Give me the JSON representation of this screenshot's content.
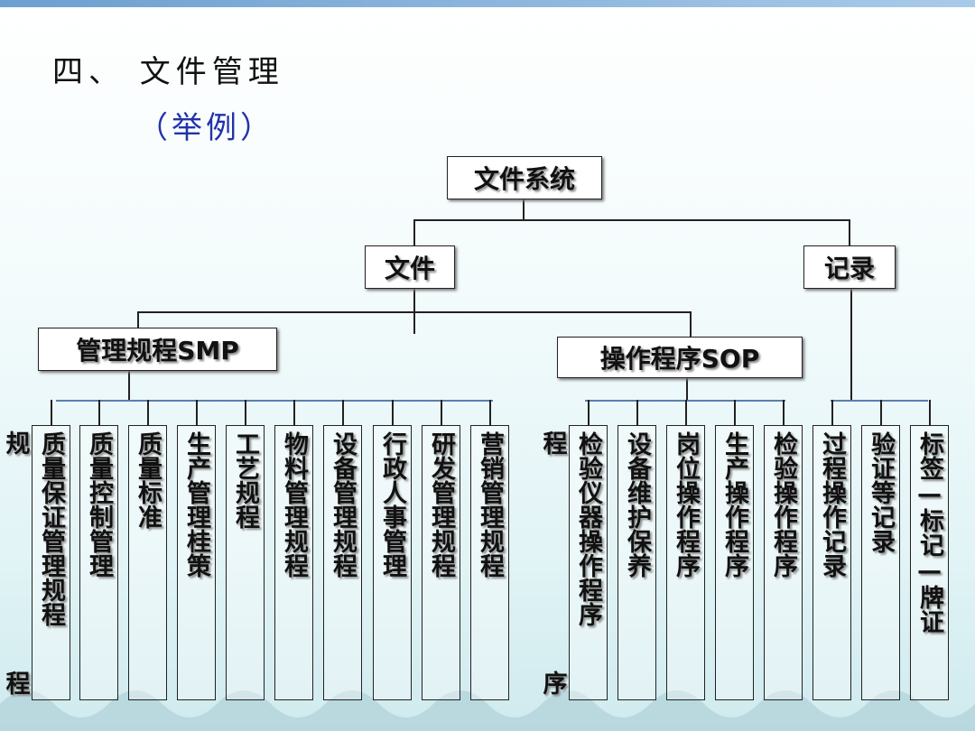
{
  "title": "四、 文件管理",
  "subtitle": "（举例）",
  "root": "文件系统",
  "level1": {
    "documents": "文件",
    "records": "记录"
  },
  "level2": {
    "smp": "管理规程SMP",
    "sop": "操作程序SOP"
  },
  "smp_items": [
    "质量保证管理规程",
    "质量控制管理",
    "质量标准",
    "生产管理桂策",
    "工艺规程",
    "物料管理规程",
    "设备管理规程",
    "行政人事管理",
    "研发管理规程",
    "营销管理规程"
  ],
  "sop_items": [
    "检验仪器操作程序",
    "设备维护保养",
    "岗位操作程序",
    "生产操作程序",
    "检验操作程序"
  ],
  "record_items": [
    "过程操作记录",
    "验证等记录",
    "标签—标记—牌证"
  ],
  "stray_labels": {
    "left_top": "规",
    "left_bottom": "程",
    "mid_top": "程",
    "mid_bottom": "序"
  }
}
